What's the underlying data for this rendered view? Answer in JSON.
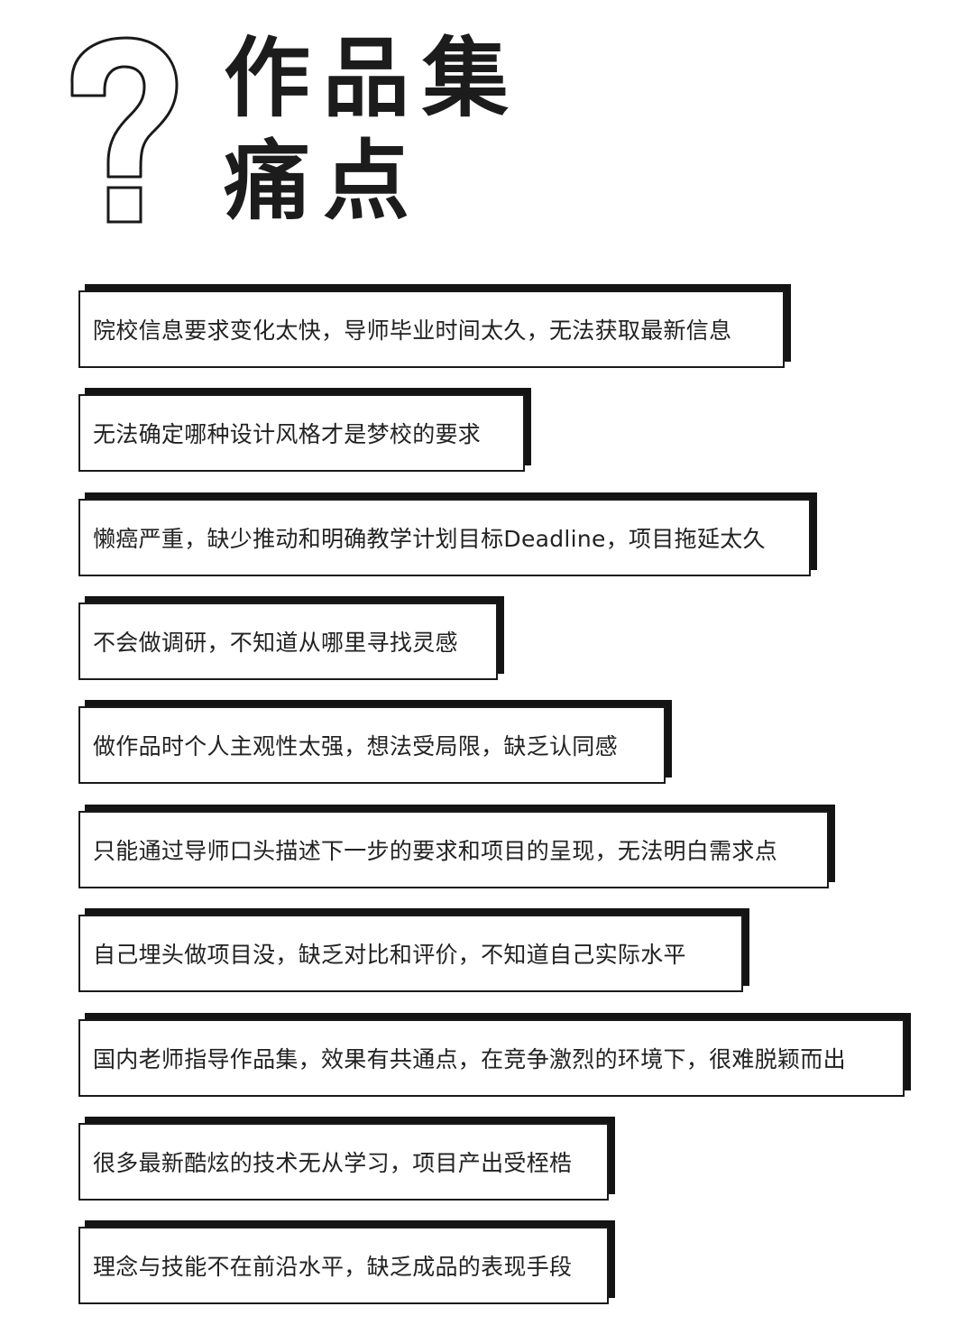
{
  "title": {
    "line1": "作品集",
    "line2": "痛点"
  },
  "icons": {
    "header": "question-mark-icon"
  },
  "colors": {
    "text": "#222222",
    "border": "#1a1a1a",
    "shadow": "#141414",
    "background": "#ffffff"
  },
  "pain_points": [
    "院校信息要求变化太快，导师毕业时间太久，无法获取最新信息",
    "无法确定哪种设计风格才是梦校的要求",
    "懒癌严重，缺少推动和明确教学计划目标Deadline，项目拖延太久",
    "不会做调研，不知道从哪里寻找灵感",
    "做作品时个人主观性太强，想法受局限，缺乏认同感",
    "只能通过导师口头描述下一步的要求和项目的呈现，无法明白需求点",
    "自己埋头做项目没，缺乏对比和评价，不知道自己实际水平",
    "国内老师指导作品集，效果有共通点，在竞争激烈的环境下，很难脱颖而出",
    "很多最新酷炫的技术无从学习，项目产出受桎梏",
    "理念与技能不在前沿水平，缺乏成品的表现手段"
  ]
}
